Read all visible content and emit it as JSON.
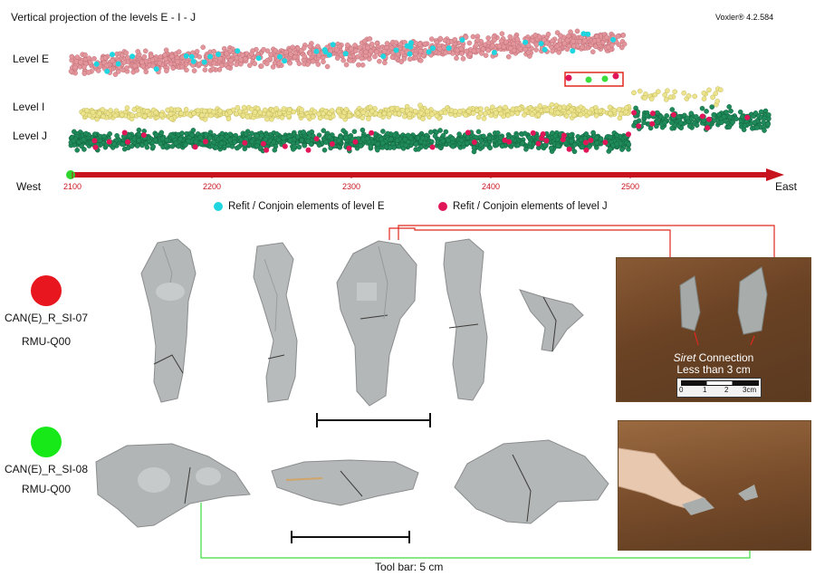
{
  "header": {
    "title": "Vertical projection of the levels E - I - J",
    "version": "Voxler® 4.2.584"
  },
  "levels": {
    "e": "Level E",
    "i": "Level I",
    "j": "Level J"
  },
  "axis": {
    "west": "West",
    "east": "East",
    "ticks": [
      "2100",
      "2200",
      "2300",
      "2400",
      "2500"
    ]
  },
  "legend": {
    "refit_e": "Refit / Conjoin elements of level E",
    "refit_j": "Refit / Conjoin elements of level J"
  },
  "colors": {
    "level_e": "#e3959c",
    "level_i": "#ece38d",
    "level_j": "#1f8a5a",
    "refit_e": "#1fd6e0",
    "refit_j": "#e01658",
    "axis": "#c8141e",
    "connector_red": "#e0281e",
    "connector_green": "#3ddc3d",
    "sample_07": "#e8161e",
    "sample_08": "#17e818"
  },
  "samples": [
    {
      "id": "CAN(E)_R_SI-07",
      "unit": "RMU-Q00"
    },
    {
      "id": "CAN(E)_R_SI-08",
      "unit": "RMU-Q00"
    }
  ],
  "photo_top": {
    "caption_em": "Siret",
    "caption_rest": " Connection",
    "caption_line2": "Less than 3 cm",
    "scale_labels": [
      "0",
      "1",
      "2",
      "3cm"
    ]
  },
  "footer": {
    "toolbar": "Tool bar: 5 cm"
  }
}
